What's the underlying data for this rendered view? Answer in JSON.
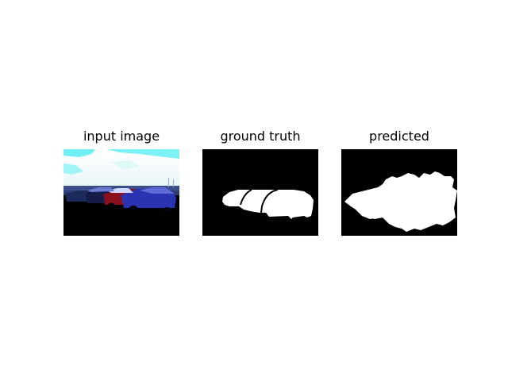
{
  "figure": {
    "panels": [
      {
        "title": "input image"
      },
      {
        "title": "ground truth"
      },
      {
        "title": "predicted"
      }
    ]
  },
  "colors": {
    "mask_foreground": "#ffffff",
    "mask_background": "#000000",
    "sky": "#cfe9ef",
    "sky_highlight": "#6ff0f5",
    "ground": "#000000"
  }
}
